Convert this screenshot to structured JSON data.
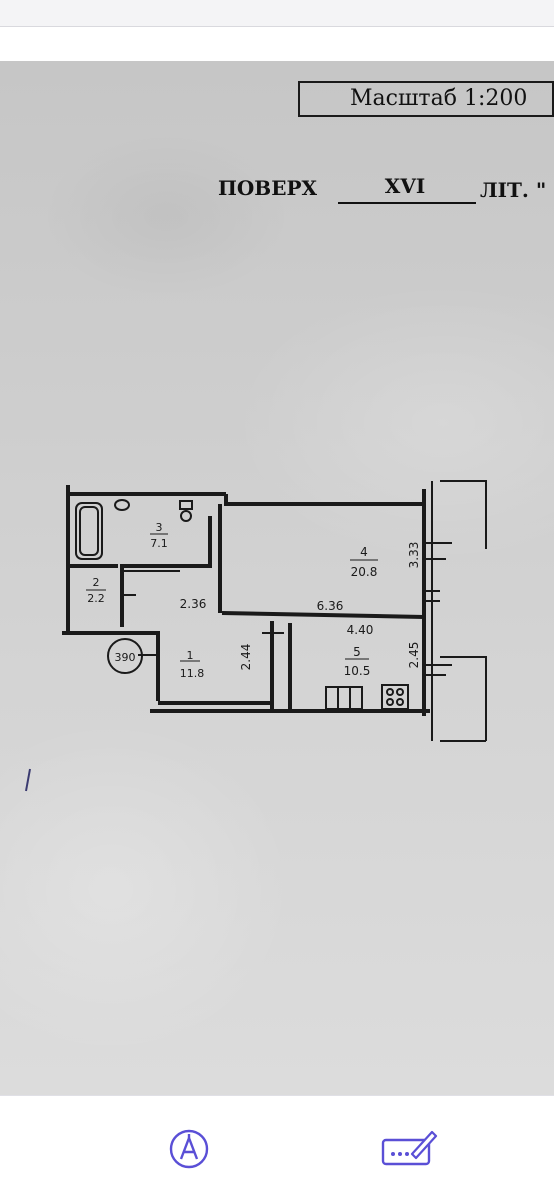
{
  "document": {
    "scale_label": "Масштаб 1:200",
    "floor_label": "ПОВЕРХ",
    "floor_value": "XVI",
    "lit_label": "ЛІТ. \""
  },
  "plan": {
    "rooms": [
      {
        "id": "3",
        "area": "7.1"
      },
      {
        "id": "4",
        "area": "20.8"
      },
      {
        "id": "2",
        "area": "2.2"
      },
      {
        "id": "1",
        "area": "11.8"
      },
      {
        "id": "5",
        "area": "10.5"
      }
    ],
    "dimensions": {
      "d_333": "3.33",
      "d_236": "2.36",
      "d_636": "6.36",
      "d_440": "4.40",
      "d_244": "2.44",
      "d_245": "2.45"
    },
    "apartment_number": "390"
  },
  "toolbar": {
    "markup_icon": "markup-pen-icon",
    "signature_icon": "signature-icon",
    "accent_color": "#5a4fd6"
  }
}
